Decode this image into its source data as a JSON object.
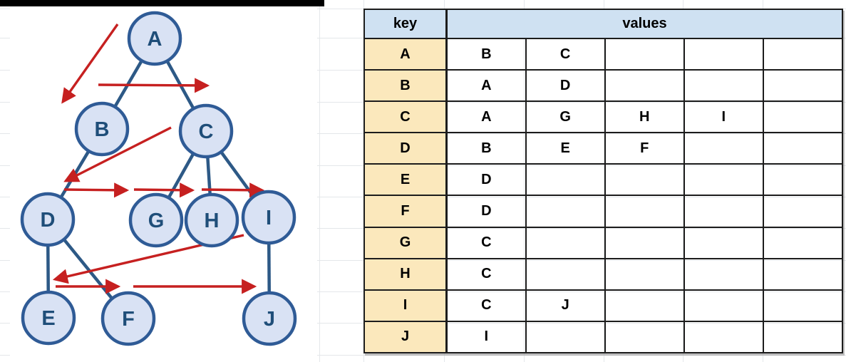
{
  "colors": {
    "node_fill": "#d9e2f4",
    "node_border": "#2f5b96",
    "node_text": "#1f4e79",
    "edge": "#2d5986",
    "arrow": "#c62020",
    "header_fill": "#cfe1f2",
    "key_fill": "#fbe8bc",
    "table_border": "#1c1c1c"
  },
  "tree": {
    "nodes": [
      "A",
      "B",
      "C",
      "D",
      "G",
      "H",
      "I",
      "E",
      "F",
      "J"
    ],
    "edges": [
      [
        "A",
        "B"
      ],
      [
        "A",
        "C"
      ],
      [
        "B",
        "D"
      ],
      [
        "C",
        "G"
      ],
      [
        "C",
        "H"
      ],
      [
        "C",
        "I"
      ],
      [
        "D",
        "E"
      ],
      [
        "D",
        "F"
      ],
      [
        "I",
        "J"
      ]
    ],
    "traversal_arrows": [
      [
        "A",
        "B"
      ],
      [
        "B",
        "C"
      ],
      [
        "C",
        "D"
      ],
      [
        "D",
        "G"
      ],
      [
        "G",
        "H"
      ],
      [
        "H",
        "I"
      ],
      [
        "I",
        "E"
      ],
      [
        "E",
        "F"
      ],
      [
        "F",
        "J"
      ]
    ]
  },
  "table": {
    "key_header": "key",
    "values_header": "values",
    "value_columns": 5,
    "rows": [
      {
        "key": "A",
        "values": [
          "B",
          "C"
        ]
      },
      {
        "key": "B",
        "values": [
          "A",
          "D"
        ]
      },
      {
        "key": "C",
        "values": [
          "A",
          "G",
          "H",
          "I"
        ]
      },
      {
        "key": "D",
        "values": [
          "B",
          "E",
          "F"
        ]
      },
      {
        "key": "E",
        "values": [
          "D"
        ]
      },
      {
        "key": "F",
        "values": [
          "D"
        ]
      },
      {
        "key": "G",
        "values": [
          "C"
        ]
      },
      {
        "key": "H",
        "values": [
          "C"
        ]
      },
      {
        "key": "I",
        "values": [
          "C",
          "J"
        ]
      },
      {
        "key": "J",
        "values": [
          "I"
        ]
      }
    ]
  }
}
